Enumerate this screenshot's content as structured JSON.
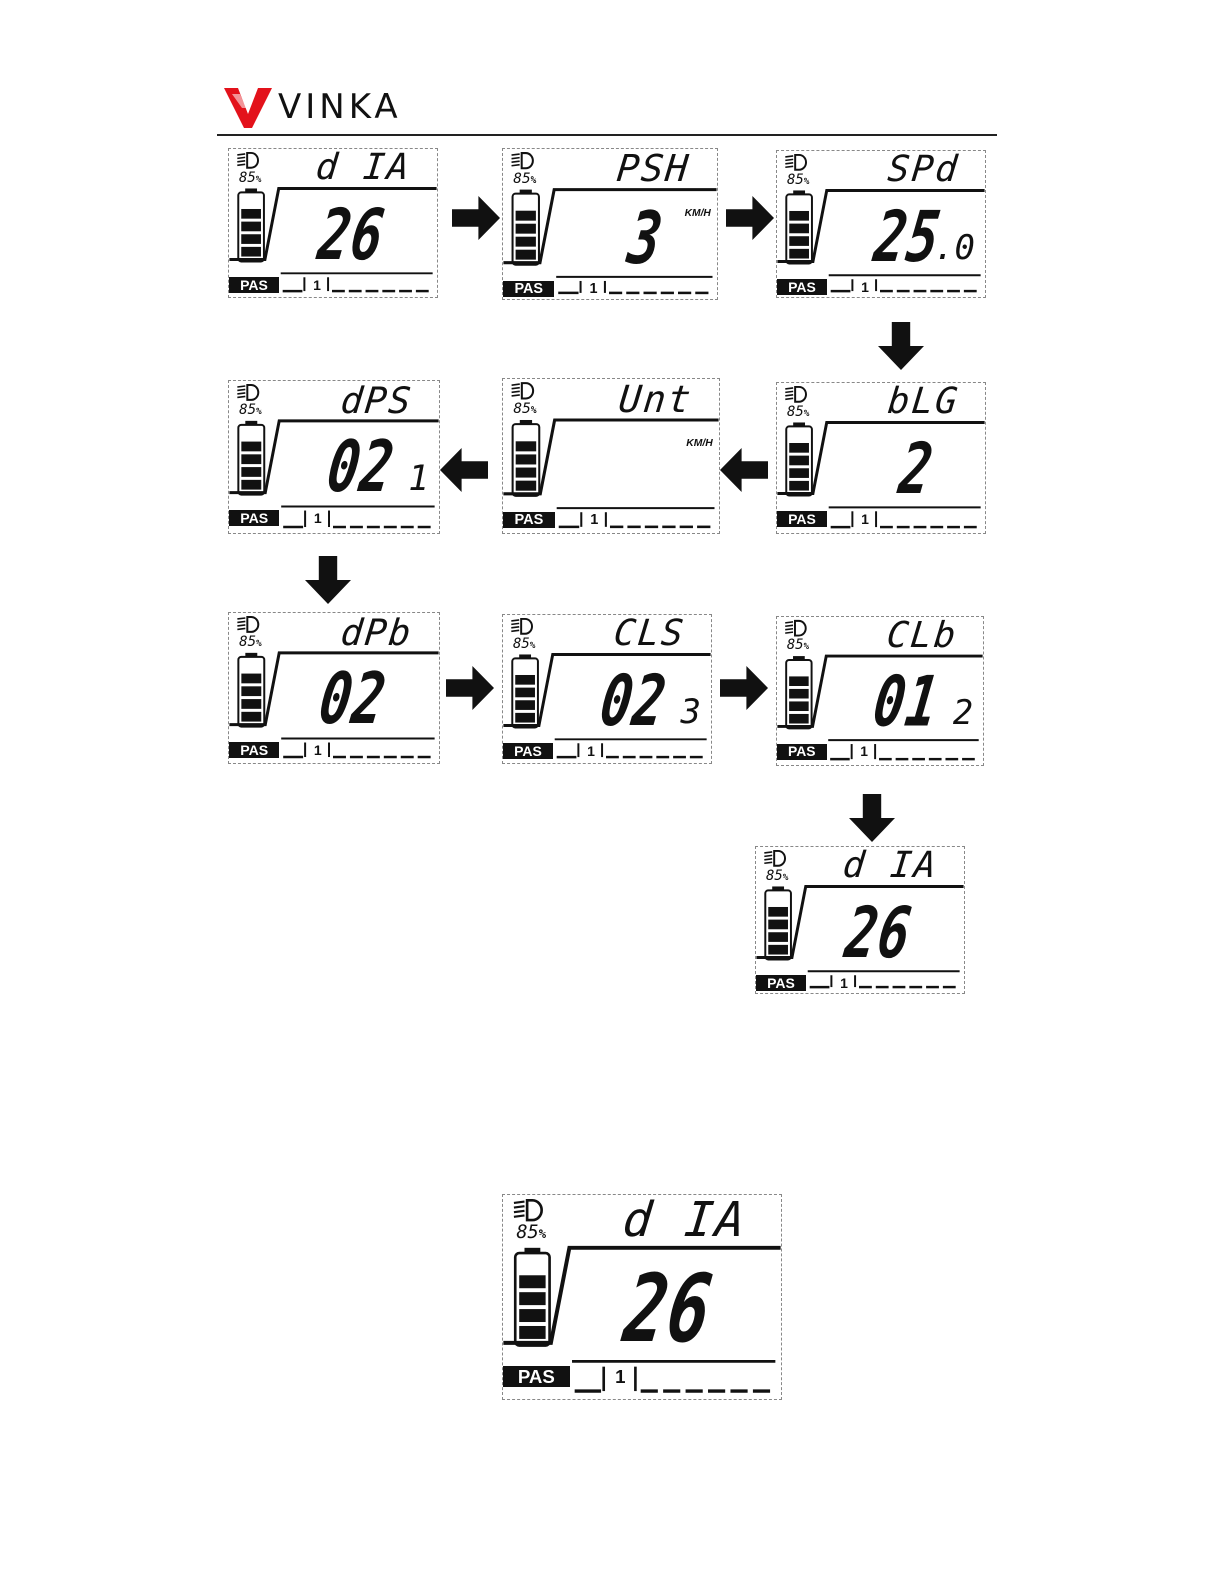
{
  "header": {
    "brand": "VINKA",
    "brand_color": "#e3121b",
    "logo_icon": "vinka-v-logo"
  },
  "displays": [
    {
      "id": "dia1",
      "code": "d IA",
      "value": "26",
      "sub": "",
      "unit": "",
      "battery_pct": "85",
      "pas_label": "PAS",
      "pas_level": "1"
    },
    {
      "id": "psh",
      "code": "PSH",
      "value": "3",
      "sub": "",
      "unit": "KM/H",
      "battery_pct": "85",
      "pas_label": "PAS",
      "pas_level": "1"
    },
    {
      "id": "spd",
      "code": "SPd",
      "value": "25",
      "sub": ".0",
      "unit": "",
      "battery_pct": "85",
      "pas_label": "PAS",
      "pas_level": "1"
    },
    {
      "id": "dps",
      "code": "dPS",
      "value": "02",
      "sub": "1",
      "unit": "",
      "battery_pct": "85",
      "pas_label": "PAS",
      "pas_level": "1"
    },
    {
      "id": "unt",
      "code": "Unt",
      "value": "",
      "sub": "",
      "unit": "KM/H",
      "battery_pct": "85",
      "pas_label": "PAS",
      "pas_level": "1"
    },
    {
      "id": "blg",
      "code": "bLG",
      "value": "2",
      "sub": "",
      "unit": "",
      "battery_pct": "85",
      "pas_label": "PAS",
      "pas_level": "1"
    },
    {
      "id": "dpb",
      "code": "dPb",
      "value": "02",
      "sub": "",
      "unit": "",
      "battery_pct": "85",
      "pas_label": "PAS",
      "pas_level": "1"
    },
    {
      "id": "cls",
      "code": "CLS",
      "value": "02",
      "sub": "3",
      "unit": "",
      "battery_pct": "85",
      "pas_label": "PAS",
      "pas_level": "1"
    },
    {
      "id": "clb",
      "code": "CLb",
      "value": "01",
      "sub": "2",
      "unit": "",
      "battery_pct": "85",
      "pas_label": "PAS",
      "pas_level": "1"
    },
    {
      "id": "dia2",
      "code": "d IA",
      "value": "26",
      "sub": "",
      "unit": "",
      "battery_pct": "85",
      "pas_label": "PAS",
      "pas_level": "1"
    },
    {
      "id": "dia3",
      "code": "d IA",
      "value": "26",
      "sub": "",
      "unit": "",
      "battery_pct": "85",
      "pas_label": "PAS",
      "pas_level": "1"
    }
  ],
  "battery_level": 0.85,
  "flow_arrows": [
    "right",
    "right",
    "down",
    "left",
    "left",
    "down",
    "right",
    "right",
    "down"
  ]
}
